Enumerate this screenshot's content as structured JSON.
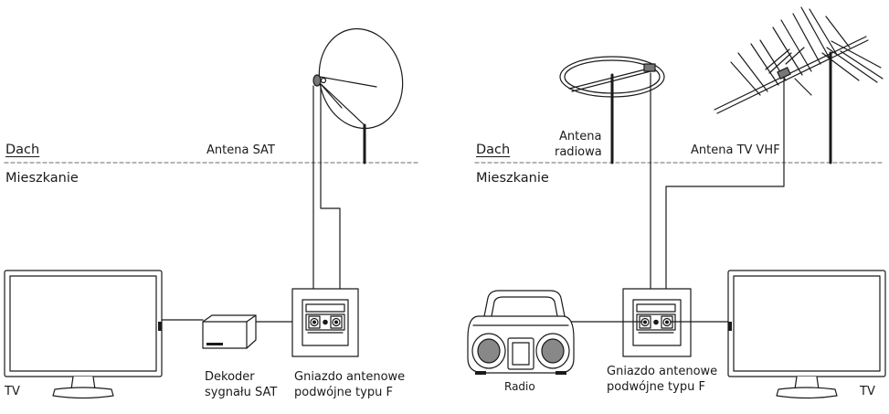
{
  "left": {
    "roof_label": "Dach",
    "flat_label": "Mieszkanie",
    "antenna_label": "Antena SAT",
    "decoder_label_line1": "Dekoder",
    "decoder_label_line2": "sygnału SAT",
    "socket_label_line1": "Gniazdo antenowe",
    "socket_label_line2": "podwójne typu F",
    "tv_label": "TV"
  },
  "right": {
    "roof_label": "Dach",
    "flat_label": "Mieszkanie",
    "radio_antenna_line1": "Antena",
    "radio_antenna_line2": "radiowa",
    "tv_antenna_label": "Antena TV VHF",
    "radio_label": "Radio",
    "socket_label_line1": "Gniazdo antenowe",
    "socket_label_line2": "podwójne typu F",
    "tv_label": "TV"
  },
  "colors": {
    "line": "#1a1a1a",
    "roofline": "#888888",
    "fill": "#ffffff"
  }
}
